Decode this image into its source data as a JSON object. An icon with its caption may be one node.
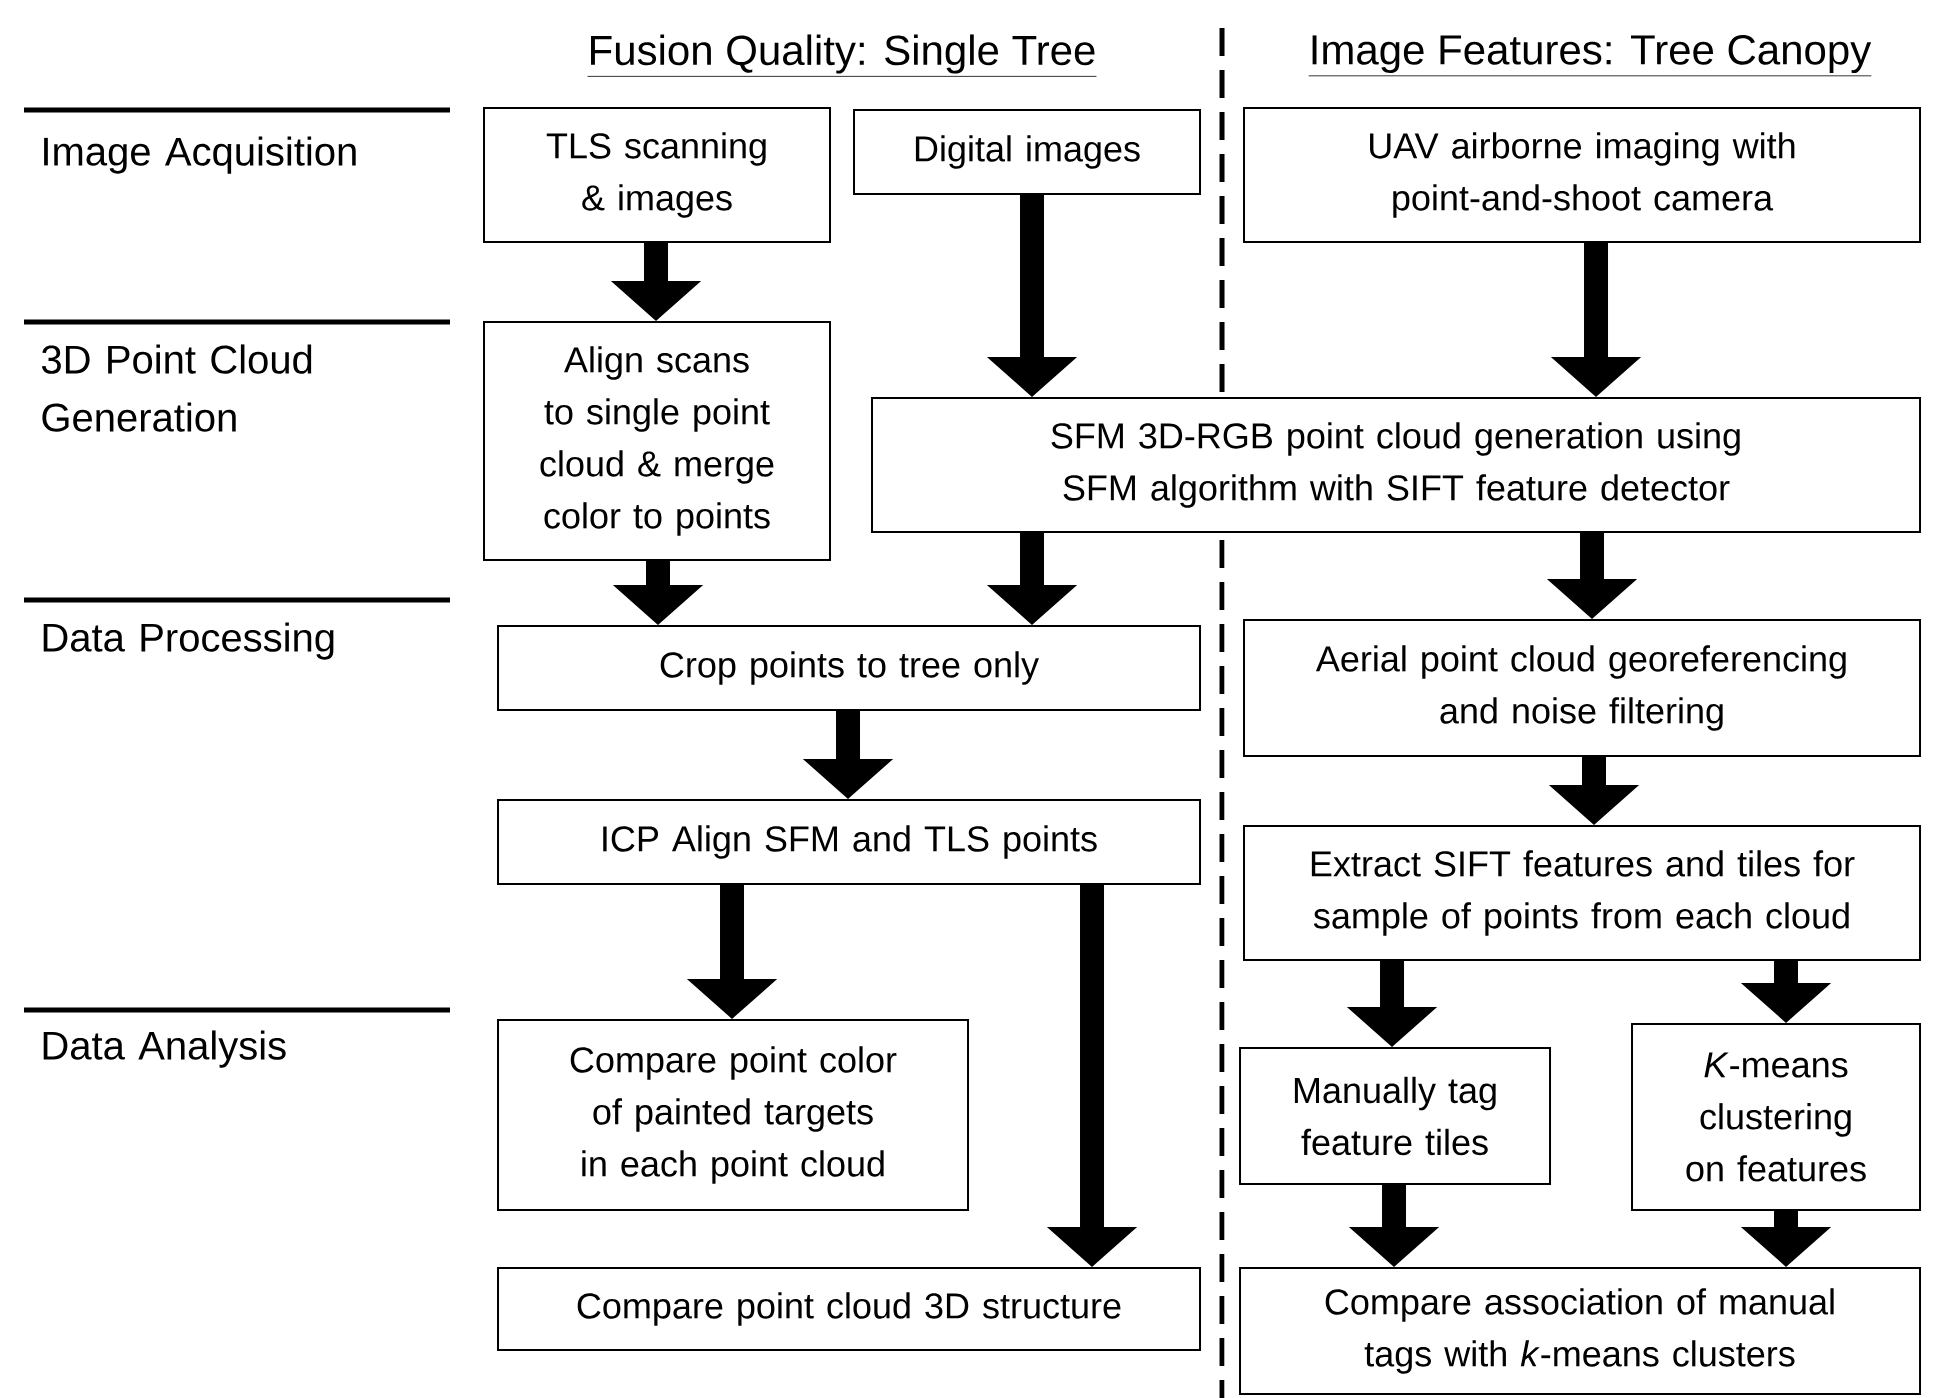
{
  "diagram": {
    "nodes": [
      {
        "text": [
          "TLS scanning & images"
        ]
      },
      {
        "text": [
          "Digital images"
        ]
      },
      {
        "text": [
          "UAV airborne imaging with point-and-shoot camera"
        ]
      },
      {
        "text": [
          "Align scans to single point cloud & merge color to points"
        ]
      },
      {
        "text": [
          "SFM 3D-RGB point cloud generation using SFM algorithm with SIFT feature detector"
        ]
      },
      {
        "text": [
          "Crop points to tree only"
        ]
      },
      {
        "text": [
          "Aerial point cloud georeferencing and noise filtering"
        ]
      },
      {
        "text": [
          "ICP Align SFM and TLS points"
        ]
      },
      {
        "text": [
          "Extract SIFT features and tiles for sample of points from each cloud"
        ]
      },
      {
        "text": [
          "Compare point color of painted targets in each point cloud"
        ]
      },
      {
        "text": [
          "Manually tag feature tiles"
        ]
      },
      {
        "text": [
          "*K*-means clustering on features"
        ]
      },
      {
        "text": [
          "Compare point cloud 3D structure"
        ]
      },
      {
        "text": [
          "Compare association of manual tags with *k*-means clusters"
        ]
      }
    ],
    "edges": [
      {
        "from": 0,
        "to": 3,
        "arrow": "to"
      },
      {
        "from": 1,
        "to": 4,
        "arrow": "to"
      },
      {
        "from": 2,
        "to": 4,
        "arrow": "to"
      },
      {
        "from": 3,
        "to": 5,
        "arrow": "to"
      },
      {
        "from": 4,
        "to": 5,
        "arrow": "to"
      },
      {
        "from": 4,
        "to": 6,
        "arrow": "to"
      },
      {
        "from": 5,
        "to": 7,
        "arrow": "to"
      },
      {
        "from": 6,
        "to": 8,
        "arrow": "to"
      },
      {
        "from": 7,
        "to": 9,
        "arrow": "to"
      },
      {
        "from": 7,
        "to": 12,
        "arrow": "to"
      },
      {
        "from": 8,
        "to": 10,
        "arrow": "to"
      },
      {
        "from": 8,
        "to": 11,
        "arrow": "to"
      },
      {
        "from": 10,
        "to": 13,
        "arrow": "to"
      },
      {
        "from": 11,
        "to": 13,
        "arrow": "to"
      }
    ],
    "labels": [
      "Fusion Quality: Single Tree",
      "Image Features: Tree Canopy",
      "Image Acquisition",
      "3D Point Cloud Generation",
      "Data Processing",
      "Data Analysis"
    ]
  }
}
